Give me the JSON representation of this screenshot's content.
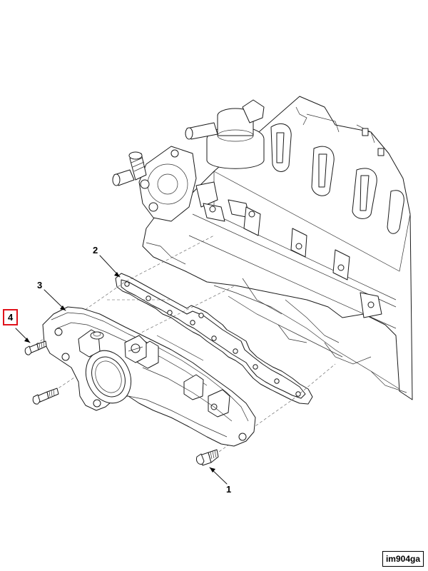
{
  "callouts": {
    "c1": "1",
    "c2": "2",
    "c3": "3",
    "c4": "4"
  },
  "highlight_color": "#e0121b",
  "figure_id": "im904ga"
}
